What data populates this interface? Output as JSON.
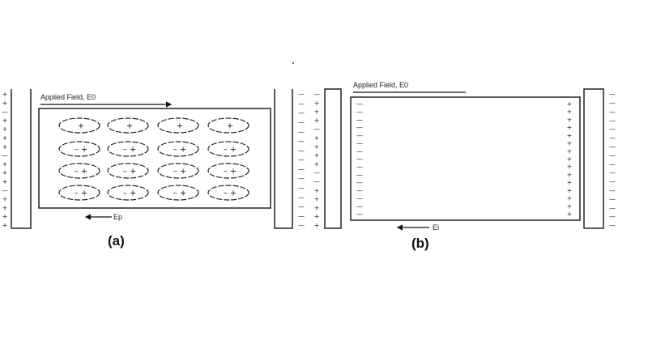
{
  "panel_a": {
    "caption": "(a)",
    "applied_field_label": "Applied Field, E0",
    "internal_field_label": "Ep",
    "left_plate_charges": [
      "+",
      "+",
      "-",
      "+",
      "+",
      "+",
      "+",
      "-",
      "+",
      "+",
      "+",
      "-",
      "+",
      "+",
      "+",
      "+"
    ],
    "right_plate_charges_inner": [
      "-",
      "-",
      "-",
      "-",
      "-",
      "-",
      "-",
      "-",
      "-",
      "-",
      "-",
      "-",
      "-",
      "-",
      "-"
    ],
    "right_plate_charges_outer": [
      "-",
      "+",
      "+",
      "+",
      "-",
      "+",
      "+",
      "+",
      "+",
      "-",
      "-",
      "+",
      "+",
      "+",
      "+",
      "+"
    ],
    "dipole_rows": [
      [
        "+",
        "+",
        "+",
        "+"
      ],
      [
        "-+",
        "-+",
        "-+",
        "-+"
      ],
      [
        "-+",
        "-+",
        "-+",
        "-+"
      ],
      [
        "-+",
        "-+",
        "-+",
        "-+"
      ]
    ]
  },
  "panel_b": {
    "caption": "(b)",
    "applied_field_label": "Applied Field, E0",
    "internal_field_label": "Ei",
    "dielectric_left_charges": [
      "-",
      "-",
      "-",
      "-",
      "-",
      "-",
      "-",
      "-",
      "-",
      "-",
      "-",
      "-",
      "-",
      "-",
      "-"
    ],
    "dielectric_right_charges": [
      "+",
      "+",
      "+",
      "+",
      "+",
      "+",
      "+",
      "+",
      "+",
      "+",
      "+",
      "+",
      "+",
      "+",
      "+"
    ],
    "right_plate_charges": [
      "-",
      "-",
      "-",
      "-",
      "-",
      "-",
      "-",
      "-",
      "-",
      "-",
      "-",
      "-",
      "-",
      "-",
      "-",
      "-"
    ]
  }
}
